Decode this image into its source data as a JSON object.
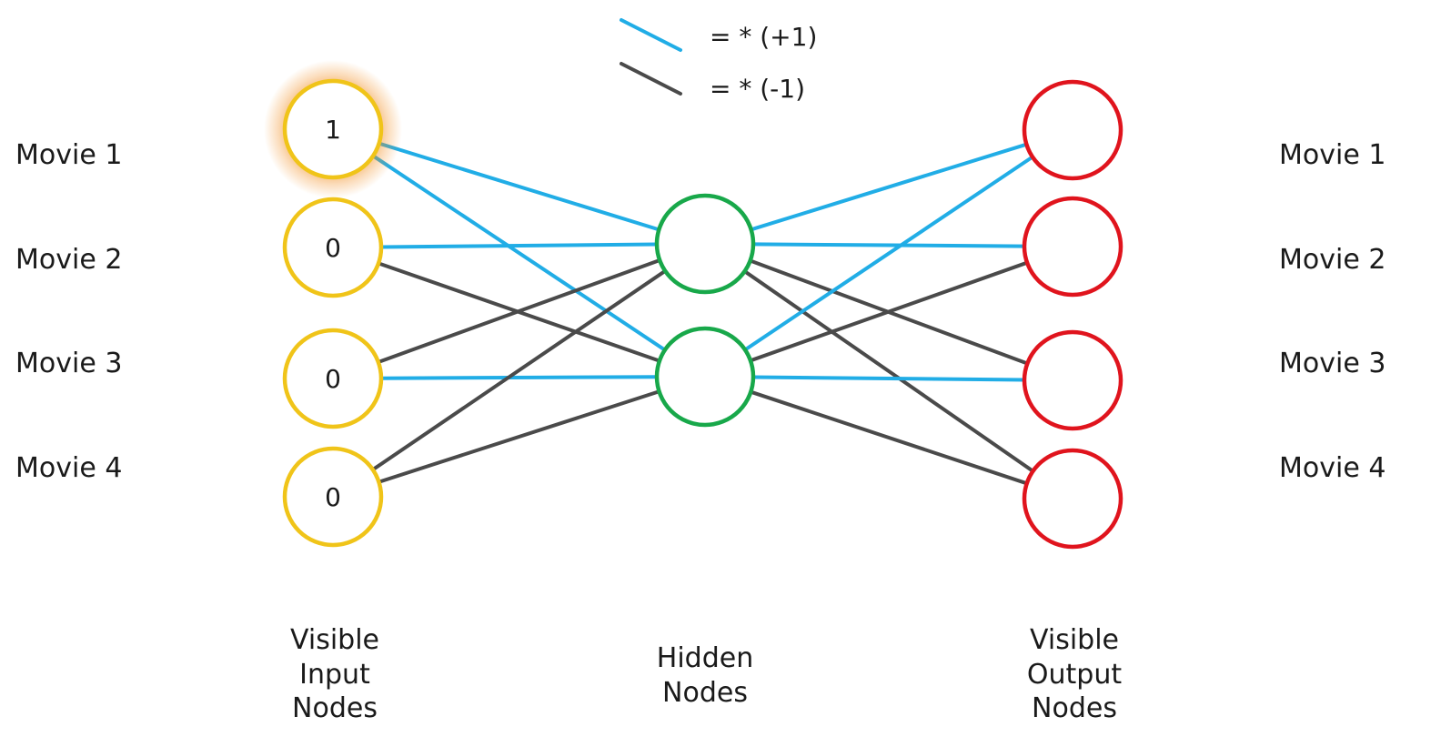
{
  "legend": {
    "positive_label": "= * (+1)",
    "negative_label": "= * (-1)",
    "positive_color": "#21ade6",
    "negative_color": "#4a4a4a"
  },
  "left_labels": [
    "Movie 1",
    "Movie 2",
    "Movie 3",
    "Movie 4"
  ],
  "right_labels": [
    "Movie 1",
    "Movie 2",
    "Movie 3",
    "Movie 4"
  ],
  "input_values": [
    "1",
    "0",
    "0",
    "0"
  ],
  "column_titles": {
    "input": [
      "Visible",
      "Input",
      "Nodes"
    ],
    "hidden": [
      "Hidden",
      "Nodes"
    ],
    "output": [
      "Visible",
      "Output",
      "Nodes"
    ]
  },
  "colors": {
    "input_node": "#f0c419",
    "hidden_node": "#18a84a",
    "output_node": "#e0141d",
    "active_glow": "#f28c1e"
  },
  "input_to_hidden": [
    {
      "from": 0,
      "to": 0,
      "sign": 1
    },
    {
      "from": 0,
      "to": 1,
      "sign": 1
    },
    {
      "from": 1,
      "to": 0,
      "sign": 1
    },
    {
      "from": 1,
      "to": 1,
      "sign": -1
    },
    {
      "from": 2,
      "to": 0,
      "sign": -1
    },
    {
      "from": 2,
      "to": 1,
      "sign": 1
    },
    {
      "from": 3,
      "to": 0,
      "sign": -1
    },
    {
      "from": 3,
      "to": 1,
      "sign": -1
    }
  ],
  "hidden_to_output": [
    {
      "from": 0,
      "to": 0,
      "sign": 1
    },
    {
      "from": 0,
      "to": 1,
      "sign": 1
    },
    {
      "from": 0,
      "to": 2,
      "sign": -1
    },
    {
      "from": 0,
      "to": 3,
      "sign": -1
    },
    {
      "from": 1,
      "to": 0,
      "sign": 1
    },
    {
      "from": 1,
      "to": 1,
      "sign": -1
    },
    {
      "from": 1,
      "to": 2,
      "sign": 1
    },
    {
      "from": 1,
      "to": 3,
      "sign": -1
    }
  ],
  "active_input_index": 0
}
